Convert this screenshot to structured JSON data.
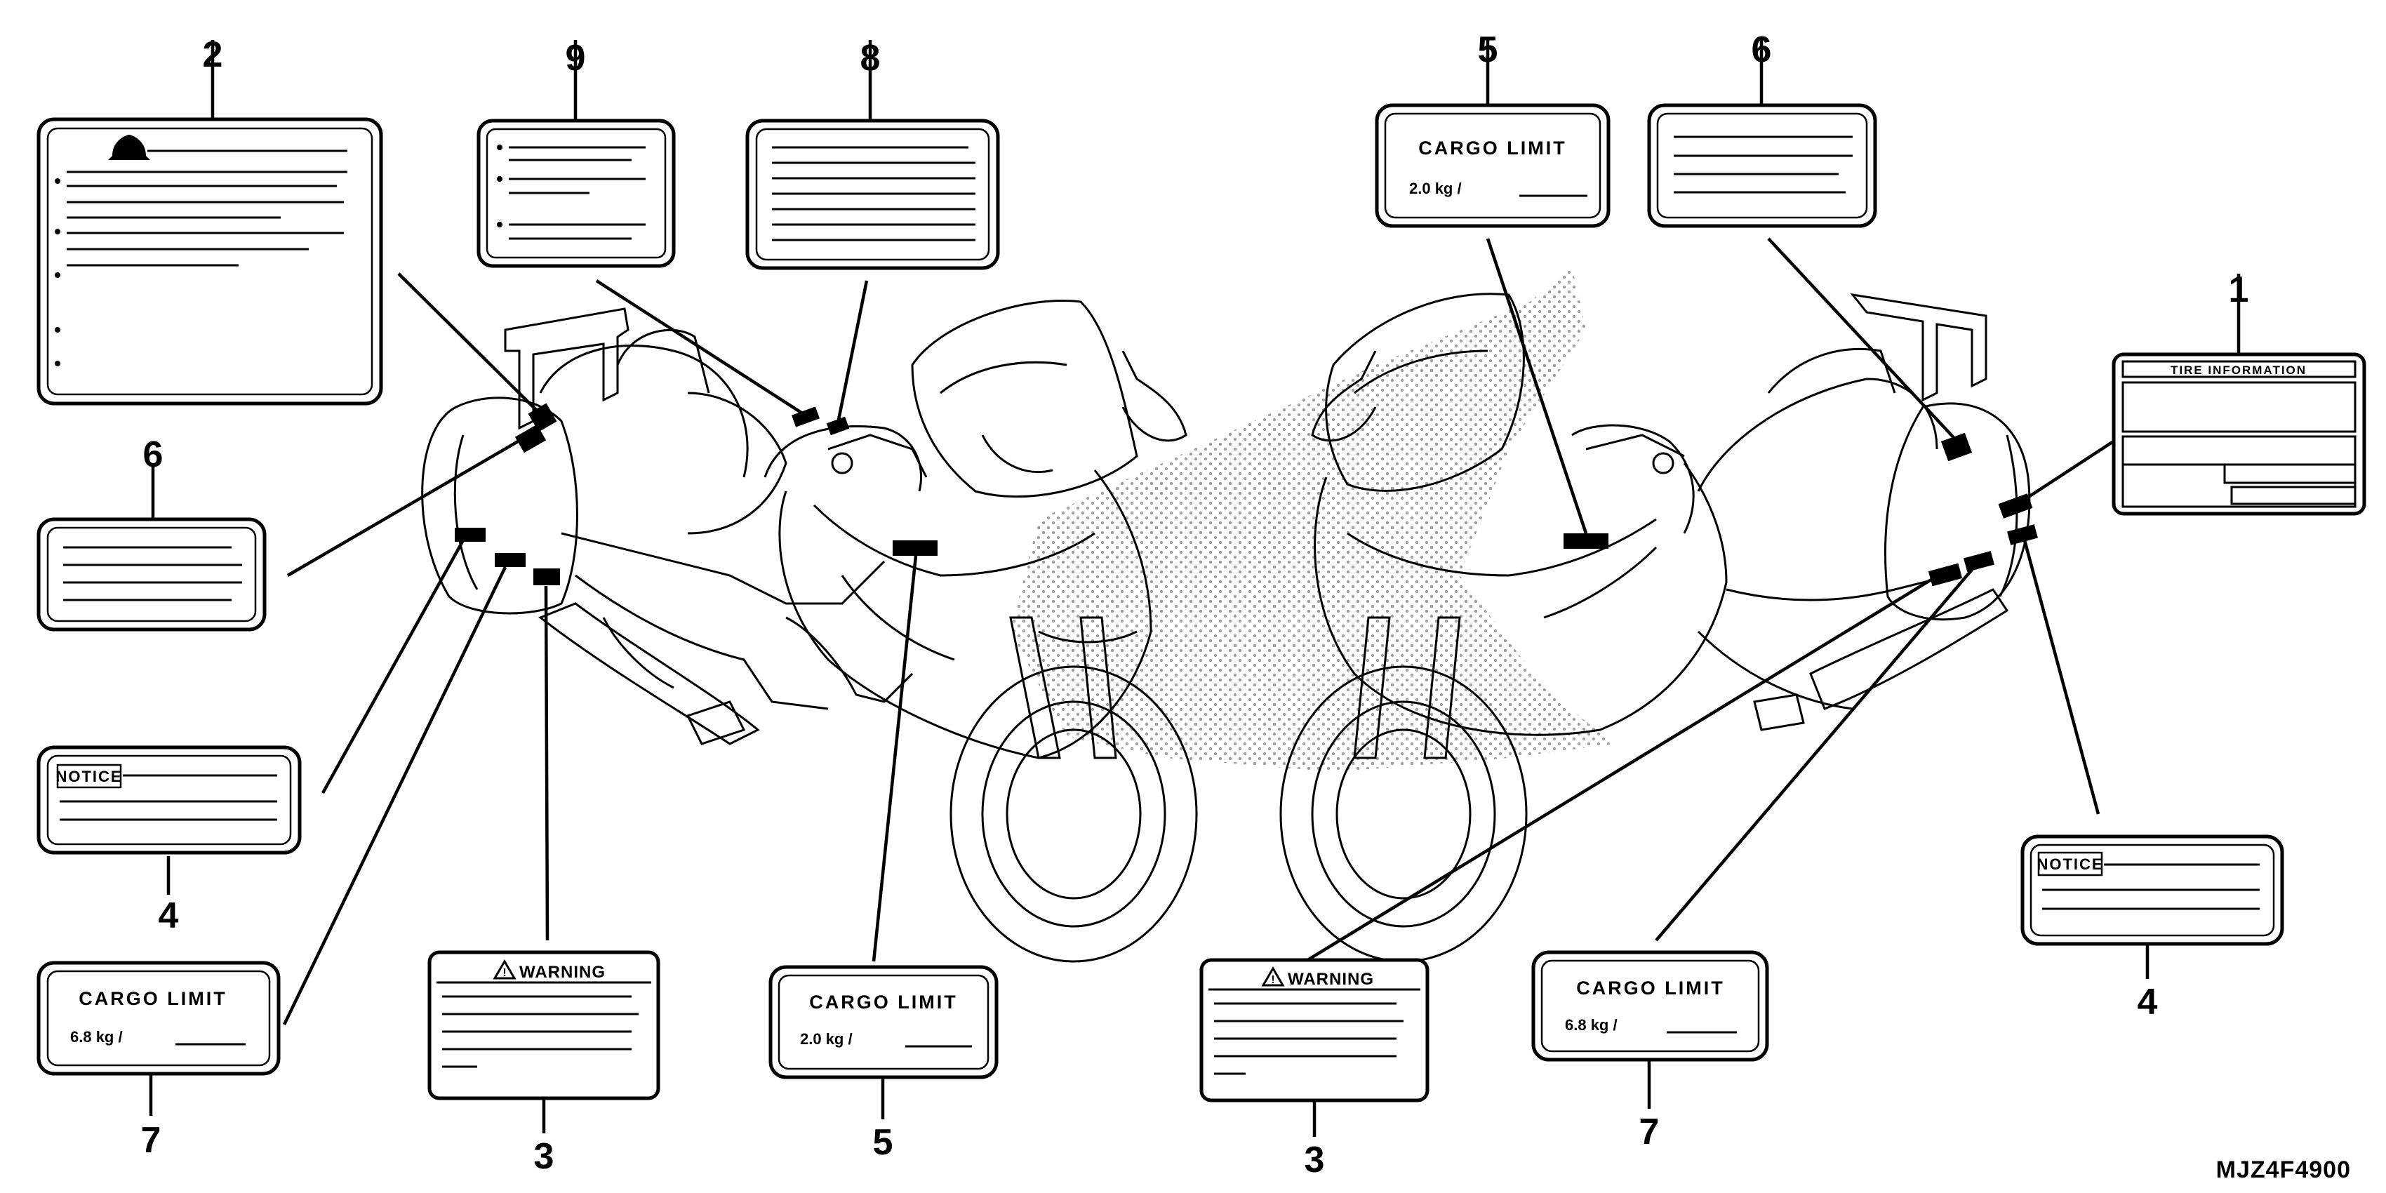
{
  "diagram_code": "MJZ4F4900",
  "colors": {
    "ink": "#000000",
    "paper": "#ffffff",
    "stipple": "#9a9a9a"
  },
  "icons": [
    "warning-triangle-icon",
    "bell-icon",
    "dot-bullet-icon"
  ],
  "callouts": {
    "n1": "1",
    "n2": "2",
    "n3_left": "3",
    "n3_right": "3",
    "n4_left": "4",
    "n4_right": "4",
    "n5_top": "5",
    "n5_bottom": "5",
    "n6_left": "6",
    "n6_right": "6",
    "n7_left": "7",
    "n7_right": "7",
    "n8": "8",
    "n9": "9"
  },
  "labels": {
    "tire_information": "TIRE INFORMATION",
    "notice_left": "NOTICE",
    "notice_right": "NOTICE",
    "warning_left": "WARNING",
    "warning_right": "WARNING",
    "cargo_left": {
      "title": "CARGO LIMIT",
      "value": "6.8 kg /"
    },
    "cargo_center": {
      "title": "CARGO LIMIT",
      "value": "2.0 kg /"
    },
    "cargo_top": {
      "title": "CARGO LIMIT",
      "value": "2.0 kg /"
    },
    "cargo_right": {
      "title": "CARGO LIMIT",
      "value": "6.8 kg /"
    }
  }
}
